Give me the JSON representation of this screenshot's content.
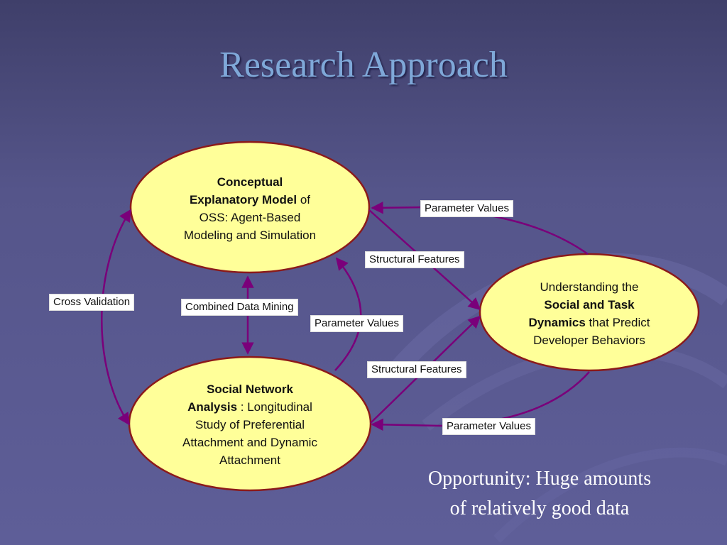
{
  "title": "Research Approach",
  "nodes": {
    "conceptual": {
      "bold1": "Conceptual",
      "bold2": "Explanatory Model",
      "rest2": " of",
      "line3": "OSS: Agent-Based",
      "line4": "Modeling and Simulation"
    },
    "social_network": {
      "bold1": "Social Network",
      "bold2": "Analysis",
      "rest2": " : Longitudinal",
      "line3": "Study of Preferential",
      "line4": "Attachment and Dynamic",
      "line5": "Attachment"
    },
    "understanding": {
      "line1": "Understanding the",
      "bold2": "Social and Task",
      "bold3": "Dynamics",
      "rest3": " that Predict",
      "line4": "Developer Behaviors"
    }
  },
  "labels": {
    "cross_validation": "Cross Validation",
    "combined_data_mining": "Combined Data Mining",
    "parameter_values_top": "Parameter Values",
    "structural_features_top": "Structural Features",
    "parameter_values_middle": "Parameter Values",
    "structural_features_bottom": "Structural Features",
    "parameter_values_bottom": "Parameter Values"
  },
  "opportunity": {
    "line1": "Opportunity: Huge amounts",
    "line2": "of relatively good data"
  },
  "colors": {
    "ellipse_fill": "#ffff99",
    "ellipse_stroke": "#8b1a1a",
    "arrow": "#7a007a",
    "title": "#7fa8d8"
  }
}
